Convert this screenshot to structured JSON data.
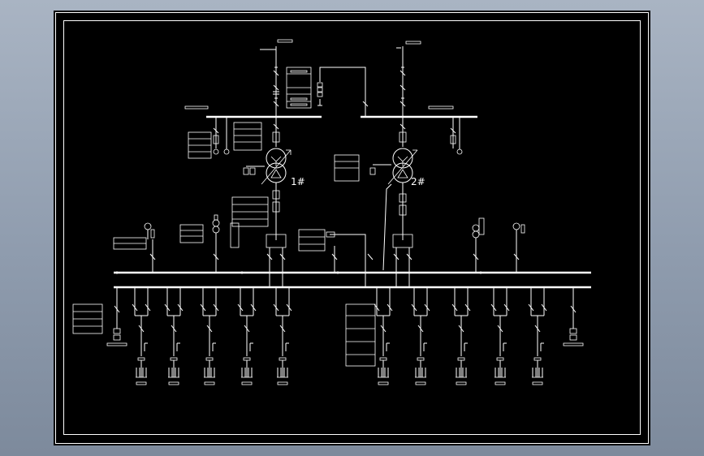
{
  "drawing": {
    "background_color": "#000000",
    "line_color": "#ffffff",
    "border_style": "double-frame"
  },
  "transformers": [
    {
      "label": "1#"
    },
    {
      "label": "2#"
    }
  ]
}
